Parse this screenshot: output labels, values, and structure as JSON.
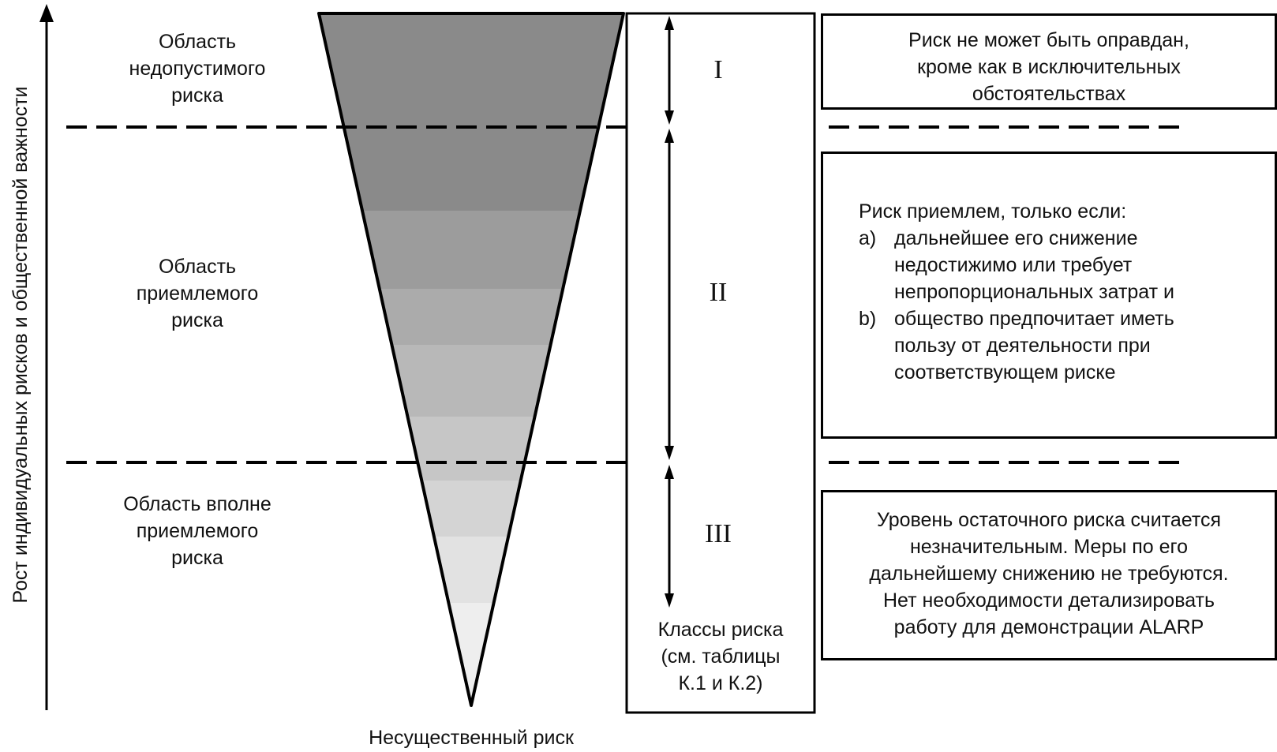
{
  "axis_label": "Рост индивидуальных рисков и общественной важности",
  "regions": {
    "unacceptable": [
      "Область",
      "недопустимого",
      "риска"
    ],
    "tolerable": [
      "Область",
      "приемлемого",
      "риска"
    ],
    "broadly_acceptable": [
      "Область вполне",
      "приемлемого",
      "риска"
    ]
  },
  "bottom_label": "Несущественный риск",
  "classes": {
    "i": "I",
    "ii": "II",
    "iii": "III",
    "caption": [
      "Классы риска",
      "(см. таблицы",
      "К.1 и К.2)"
    ]
  },
  "descriptions": {
    "top": [
      "Риск не может быть оправдан,",
      "кроме как в исключительных",
      "обстоятельствах"
    ],
    "middle": {
      "intro": "Риск приемлем, только если:",
      "item_a_marker": "a)",
      "item_a": [
        "дальнейшее его снижение",
        "недостижимо или требует",
        "непропорциональных затрат и"
      ],
      "item_b_marker": "b)",
      "item_b": [
        "общество предпочитает иметь",
        "пользу от деятельности при",
        "соответствующем риске"
      ]
    },
    "bottom": [
      "Уровень остаточного риска считается",
      "незначительным. Меры по его",
      "дальнейшему снижению не требуются.",
      "Нет необходимости детализировать",
      "работу для демонстрации ALARP"
    ]
  },
  "colors": {
    "band_1": "#8a8a8a",
    "band_2": "#9c9c9c",
    "band_3": "#ababab",
    "band_4": "#b8b8b8",
    "band_5": "#c6c6c6",
    "band_6": "#d4d4d4",
    "band_7": "#e2e2e2",
    "band_8": "#eeeeee"
  }
}
